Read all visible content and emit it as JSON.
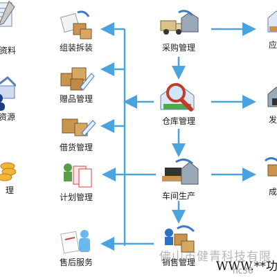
{
  "colors": {
    "arrow": "#4aa3df",
    "text": "#1a1a1a"
  },
  "left_partial": [
    {
      "label": "资料",
      "icon": "document-icon"
    },
    {
      "label": "资源",
      "icon": "house-user-icon"
    },
    {
      "label": "理",
      "icon": "coins-icon"
    }
  ],
  "left_column": [
    {
      "label": "组装拆装",
      "icon": "box-assembly-icon"
    },
    {
      "label": "赠品管理",
      "icon": "gift-boxes-icon"
    },
    {
      "label": "借货管理",
      "icon": "borrow-boxes-icon"
    },
    {
      "label": "计划管理",
      "icon": "plan-documents-icon"
    },
    {
      "label": "售后服务",
      "icon": "service-person-icon"
    }
  ],
  "center_column": [
    {
      "label": "采购管理",
      "icon": "truck-warehouse-icon"
    },
    {
      "label": "仓库管理",
      "icon": "warehouse-search-icon"
    },
    {
      "label": "车间生产",
      "icon": "workshop-icon"
    },
    {
      "label": "销售管理",
      "icon": "sales-boxes-icon"
    }
  ],
  "right_partial": [
    {
      "label": "应",
      "icon": "payable-icon"
    },
    {
      "label": "发",
      "icon": "shipment-icon"
    },
    {
      "label": "成",
      "icon": "finished-goods-icon"
    }
  ],
  "watermark": {
    "company": "佛山市健青科技有限",
    "site": "WWW.**功",
    "domain": "hc36"
  }
}
